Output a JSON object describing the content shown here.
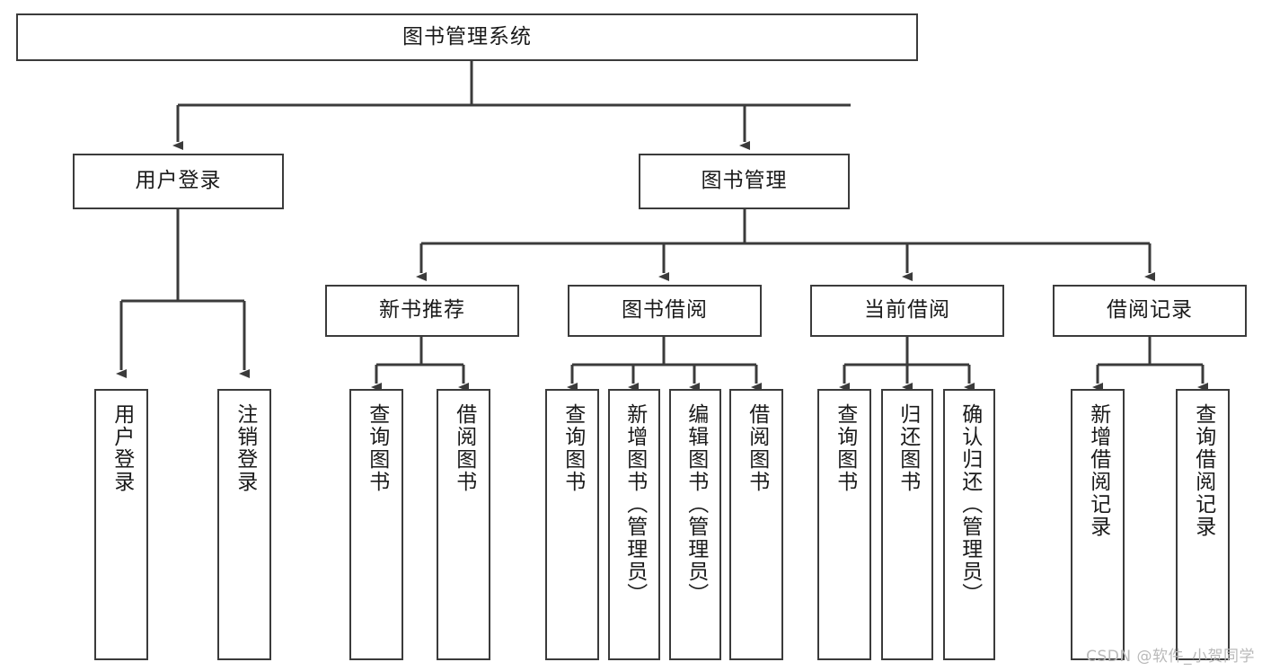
{
  "diagram": {
    "title": "图书管理系统",
    "type": "tree",
    "root": {
      "label": "图书管理系统",
      "orientation": "horizontal"
    },
    "level2": [
      {
        "label": "用户登录",
        "orientation": "horizontal"
      },
      {
        "label": "图书管理",
        "orientation": "horizontal"
      }
    ],
    "level3": [
      {
        "label": "新书推荐",
        "orientation": "horizontal",
        "parent": "图书管理"
      },
      {
        "label": "图书借阅",
        "orientation": "horizontal",
        "parent": "图书管理"
      },
      {
        "label": "当前借阅",
        "orientation": "horizontal",
        "parent": "图书管理"
      },
      {
        "label": "借阅记录",
        "orientation": "horizontal",
        "parent": "图书管理"
      }
    ],
    "leaves": [
      {
        "label": "用户登录",
        "orientation": "vertical",
        "parent": "用户登录"
      },
      {
        "label": "注销登录",
        "orientation": "vertical",
        "parent": "用户登录"
      },
      {
        "label": "查询图书",
        "orientation": "vertical",
        "parent": "新书推荐"
      },
      {
        "label": "借阅图书",
        "orientation": "vertical",
        "parent": "新书推荐"
      },
      {
        "label": "查询图书",
        "orientation": "vertical",
        "parent": "图书借阅"
      },
      {
        "label": "新增图书（管理员）",
        "orientation": "vertical",
        "parent": "图书借阅"
      },
      {
        "label": "编辑图书（管理员）",
        "orientation": "vertical",
        "parent": "图书借阅"
      },
      {
        "label": "借阅图书",
        "orientation": "vertical",
        "parent": "图书借阅"
      },
      {
        "label": "查询图书",
        "orientation": "vertical",
        "parent": "当前借阅"
      },
      {
        "label": "归还图书",
        "orientation": "vertical",
        "parent": "当前借阅"
      },
      {
        "label": "确认归还（管理员）",
        "orientation": "vertical",
        "parent": "当前借阅"
      },
      {
        "label": "新增借阅记录",
        "orientation": "vertical",
        "parent": "借阅记录"
      },
      {
        "label": "查询借阅记录",
        "orientation": "vertical",
        "parent": "借阅记录"
      }
    ],
    "colors": {
      "box_border": "#3b3b3b",
      "box_fill": "#ffffff",
      "connector": "#3b3b3b",
      "text": "#1a1a1a",
      "watermark": "#b9b9b9",
      "background": "#ffffff"
    }
  },
  "watermark": {
    "text": "CSDN @软件_小贺同学"
  }
}
